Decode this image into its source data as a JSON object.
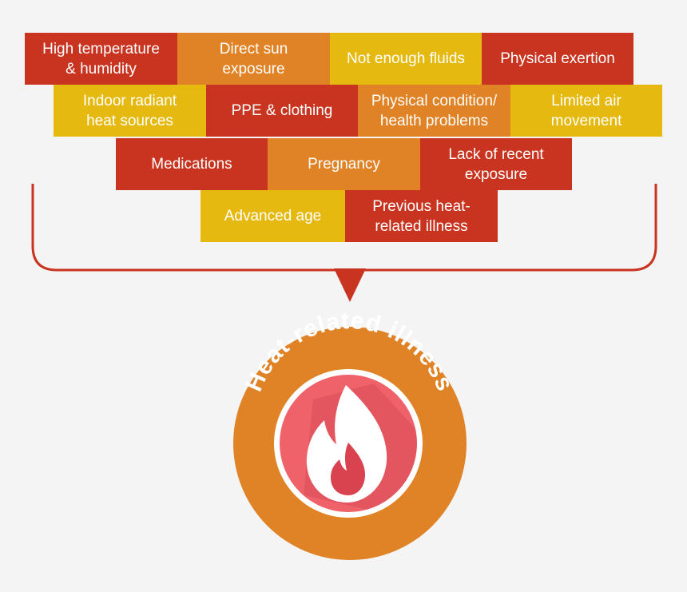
{
  "factors": [
    {
      "label": "High temperature\n& humidity",
      "color": "red"
    },
    {
      "label": "Direct sun\nexposure",
      "color": "orange"
    },
    {
      "label": "Not enough fluids",
      "color": "yellow"
    },
    {
      "label": "Physical exertion",
      "color": "red"
    },
    {
      "label": "Indoor radiant\nheat sources",
      "color": "yellow"
    },
    {
      "label": "PPE & clothing",
      "color": "red"
    },
    {
      "label": "Physical condition/\nhealth problems",
      "color": "orange"
    },
    {
      "label": "Limited air\nmovement",
      "color": "yellow"
    },
    {
      "label": "Medications",
      "color": "red"
    },
    {
      "label": "Pregnancy",
      "color": "orange"
    },
    {
      "label": "Lack of recent\nexposure",
      "color": "red"
    },
    {
      "label": "Advanced age",
      "color": "yellow"
    },
    {
      "label": "Previous heat-\nrelated illness",
      "color": "red"
    }
  ],
  "result": {
    "label": "Heat-related illness",
    "icon": "flame-icon"
  },
  "colors": {
    "red": "#c8341f",
    "orange": "#e08326",
    "yellow": "#e5b90f",
    "bracket": "#c8341f",
    "badge": "#e08326",
    "icon_circle": "#f0626a",
    "flame": "#ffffff",
    "inner_flame": "#d9434f"
  }
}
